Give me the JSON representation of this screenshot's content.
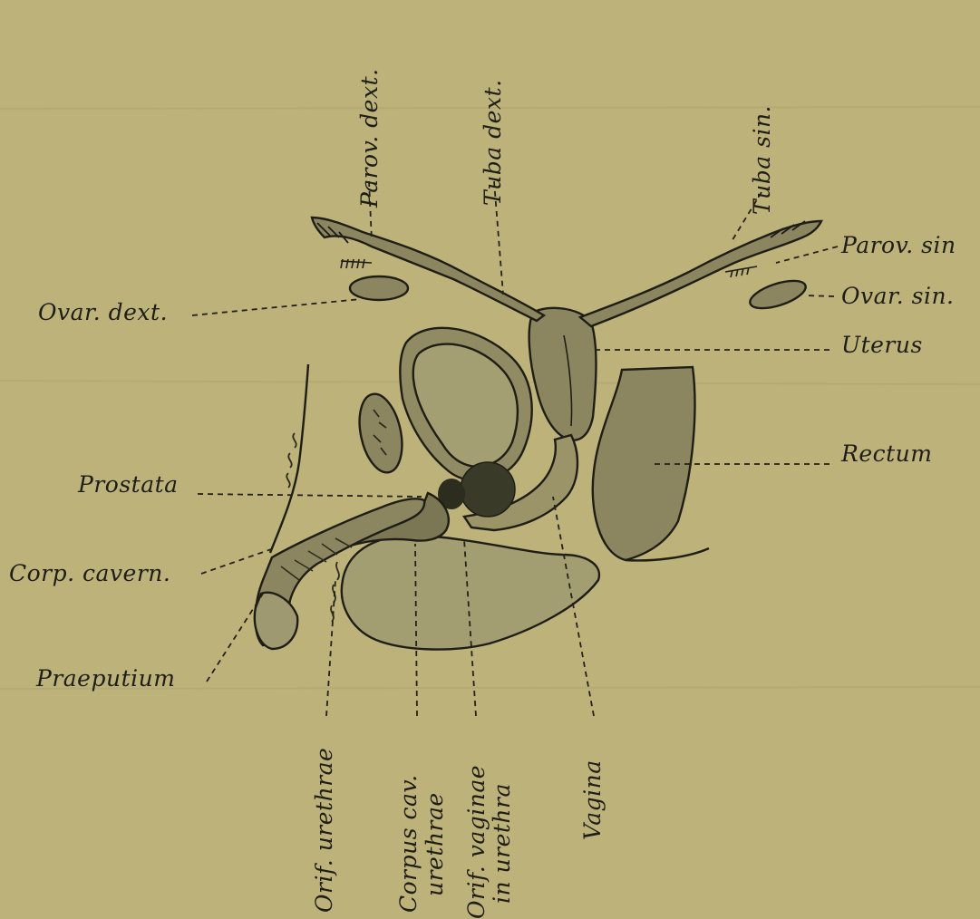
{
  "labels": {
    "parov_dext": "Parov. dext.",
    "tuba_dext": "Tuba dext.",
    "tuba_sin": "Tuba sin.",
    "parov_sin": "Parov. sin",
    "ovar_dext": "Ovar. dext.",
    "ovar_sin": "Ovar. sin.",
    "uterus": "Uterus",
    "rectum": "Rectum",
    "prostata": "Prostata",
    "corp_cavern": "Corp. cavern.",
    "praeputium": "Praeputium",
    "orif_urethrae": "Orif. urethrae",
    "corpus_cav_line1": "Corpus cav.",
    "corpus_cav_line2": "urethrae",
    "orif_vaginae_line1": "Orif. vaginae",
    "orif_vaginae_line2": "in urethra",
    "vagina": "Vagina"
  },
  "colors": {
    "paper": "#bdb27a",
    "tissue": "#908b62",
    "tissue_light": "#a39e72",
    "dark_mass": "#3a3a28",
    "ink": "#1e1e16"
  }
}
